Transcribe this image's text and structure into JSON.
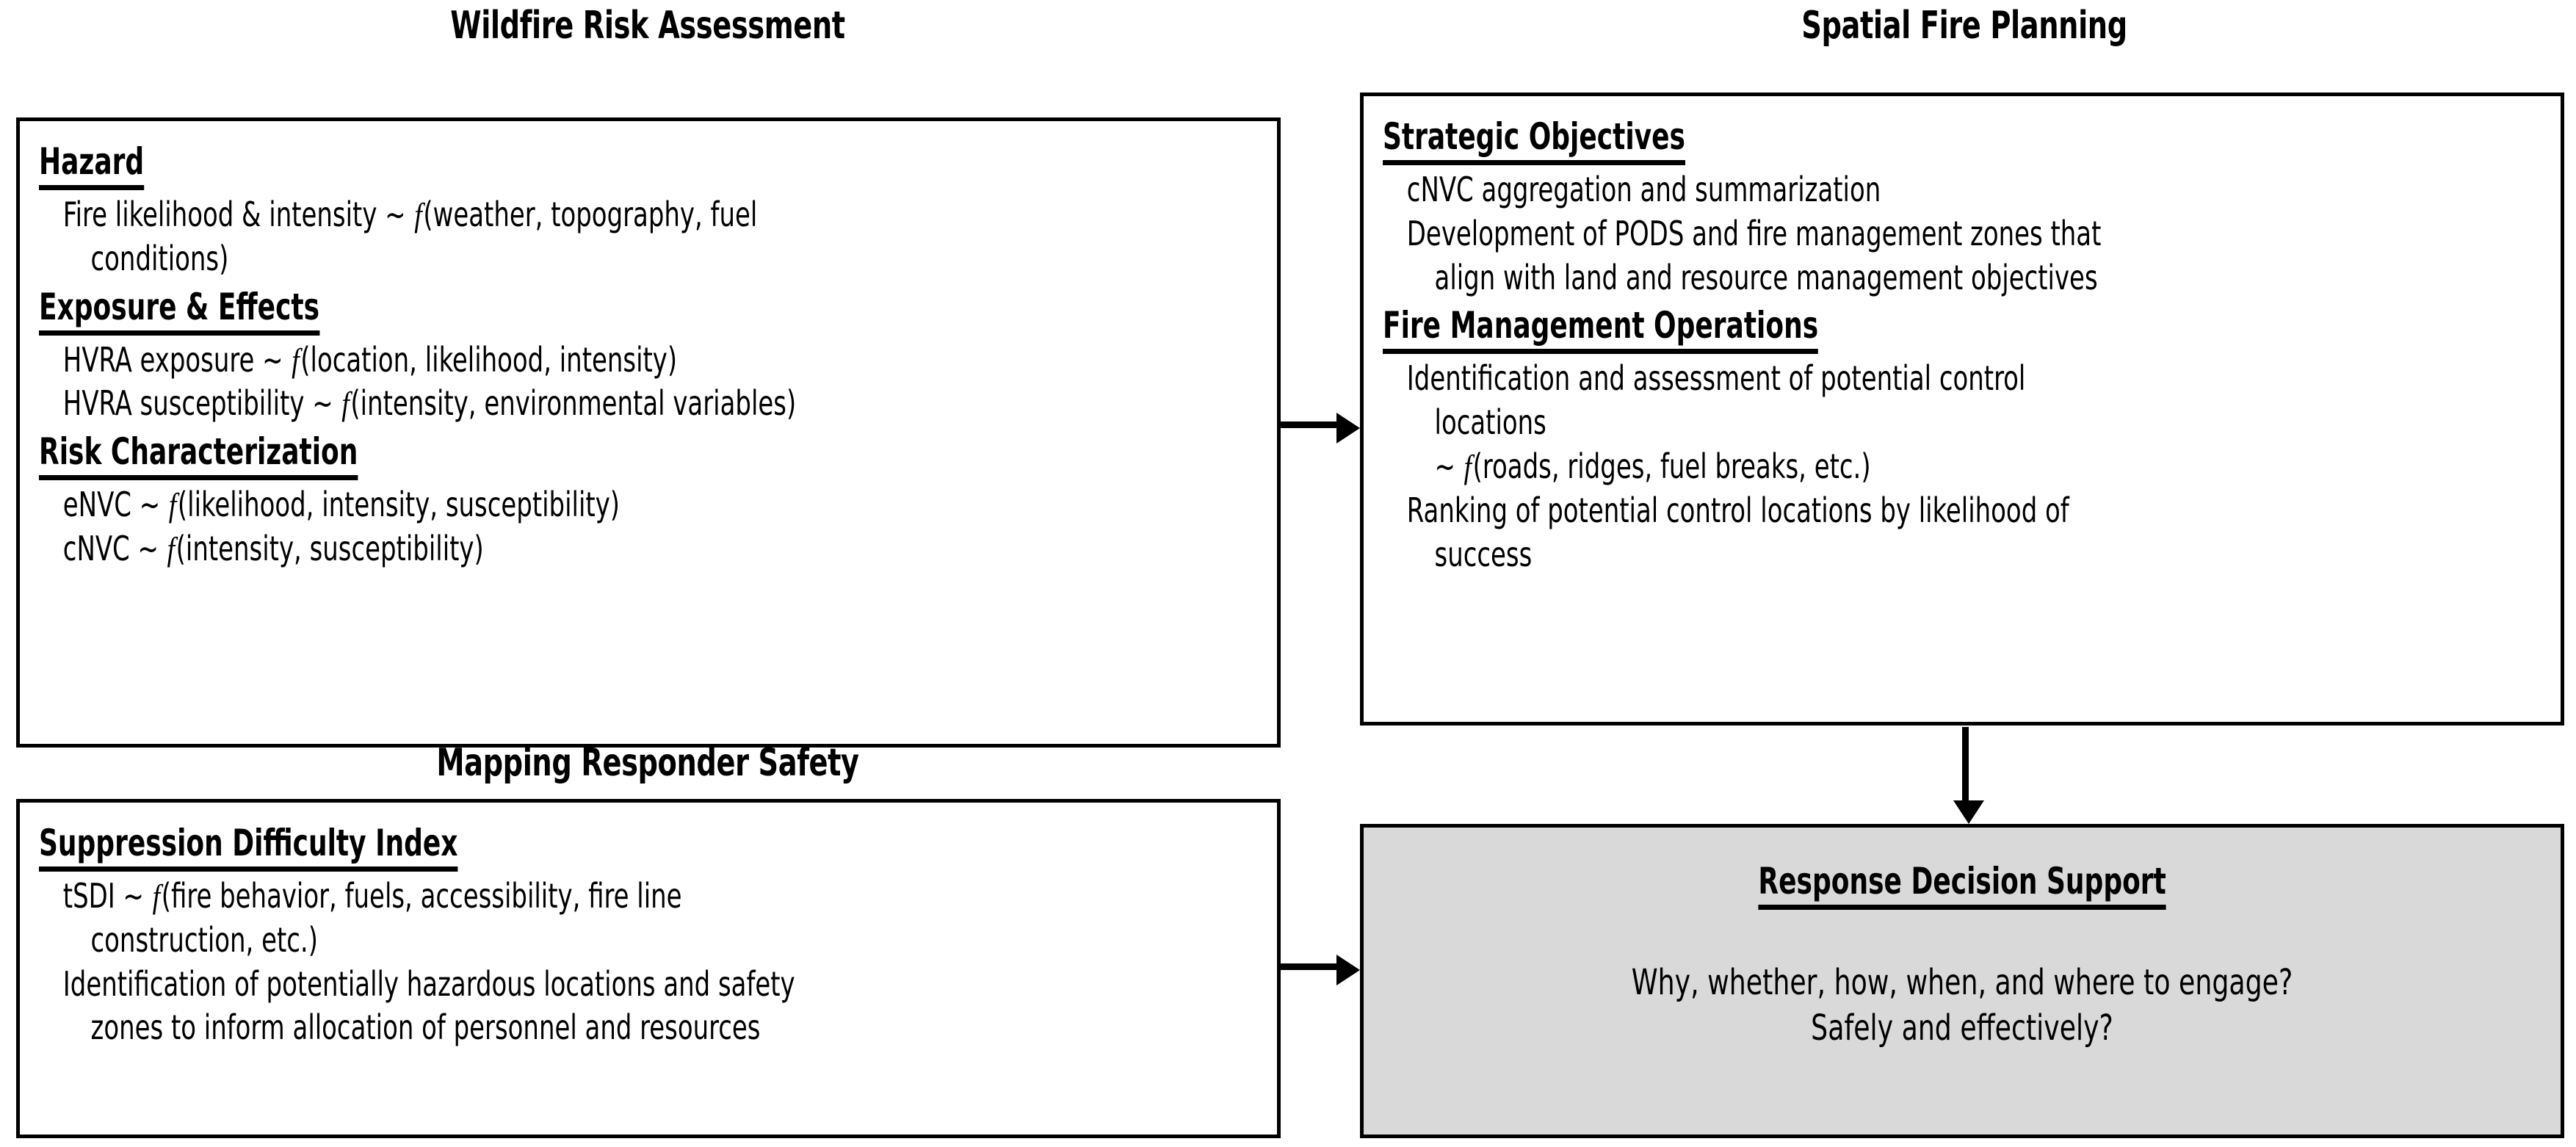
{
  "diagram": {
    "columns": [
      {
        "id": "left",
        "title": "Wildfire Risk Assessment"
      },
      {
        "id": "right",
        "title": "Spatial Fire Planning"
      }
    ],
    "mid_left_title": "Mapping Responder Safety",
    "colors": {
      "border": "#000000",
      "panel_background": "#ffffff",
      "shaded_panel_background": "#d9d9d9",
      "text": "#000000"
    },
    "panels": {
      "wildfire_risk_assessment": {
        "sections": [
          {
            "heading": "Hazard",
            "lines": [
              {
                "lead": "Fire likelihood & intensity ~ ",
                "fn": "f",
                "tail": "(weather, topography, fuel"
              },
              {
                "lead": "conditions)",
                "fn": "",
                "tail": "",
                "hang": true
              }
            ]
          },
          {
            "heading": "Exposure & Effects",
            "lines": [
              {
                "lead": "HVRA exposure ~ ",
                "fn": "f",
                "tail": "(location, likelihood, intensity)"
              },
              {
                "lead": "HVRA susceptibility ~ ",
                "fn": "f",
                "tail": "(intensity, environmental variables)"
              }
            ]
          },
          {
            "heading": "Risk Characterization",
            "lines": [
              {
                "lead": "eNVC ~ ",
                "fn": "f",
                "tail": "(likelihood, intensity, susceptibility)"
              },
              {
                "lead": "cNVC ~ ",
                "fn": "f",
                "tail": "(intensity, susceptibility)"
              }
            ]
          }
        ]
      },
      "mapping_responder_safety": {
        "sections": [
          {
            "heading": "Suppression Difficulty Index",
            "lines": [
              {
                "lead": "tSDI ~ ",
                "fn": "f",
                "tail": "(fire behavior, fuels, accessibility, fire line"
              },
              {
                "lead": "construction, etc.)",
                "fn": "",
                "tail": "",
                "hang": true
              },
              {
                "lead": "Identification of potentially hazardous locations and safety",
                "fn": "",
                "tail": ""
              },
              {
                "lead": "zones to inform allocation of personnel and resources",
                "fn": "",
                "tail": "",
                "hang": true
              }
            ]
          }
        ]
      },
      "spatial_fire_planning": {
        "sections": [
          {
            "heading": "Strategic Objectives",
            "lines": [
              {
                "lead": "cNVC aggregation and summarization",
                "fn": "",
                "tail": ""
              },
              {
                "lead": "Development of PODS and fire management zones that",
                "fn": "",
                "tail": ""
              },
              {
                "lead": "align with land and resource management objectives",
                "fn": "",
                "tail": "",
                "hang": true
              }
            ]
          },
          {
            "heading": "Fire Management Operations",
            "lines": [
              {
                "lead": "Identification and assessment of potential control",
                "fn": "",
                "tail": ""
              },
              {
                "lead": "locations",
                "fn": "",
                "tail": "",
                "hang": true
              },
              {
                "lead": "~ ",
                "fn": "f",
                "tail": "(roads, ridges, fuel breaks, etc.)",
                "hang": true
              },
              {
                "lead": "Ranking of potential control locations by likelihood of",
                "fn": "",
                "tail": ""
              },
              {
                "lead": "success",
                "fn": "",
                "tail": "",
                "hang": true
              }
            ]
          }
        ]
      },
      "response_decision_support": {
        "heading": "Response Decision Support",
        "lines": [
          "Why, whether, how, when, and where to engage?",
          "Safely and effectively?"
        ]
      }
    },
    "arrows": [
      {
        "id": "risk-to-planning",
        "orientation": "horizontal",
        "from": "wildfire-risk-assessment-panel",
        "to": "spatial-fire-planning-panel"
      },
      {
        "id": "safety-to-decision",
        "orientation": "horizontal",
        "from": "mapping-responder-safety-panel",
        "to": "response-decision-support-panel"
      },
      {
        "id": "planning-to-decision",
        "orientation": "vertical",
        "from": "spatial-fire-planning-panel",
        "to": "response-decision-support-panel"
      }
    ]
  }
}
